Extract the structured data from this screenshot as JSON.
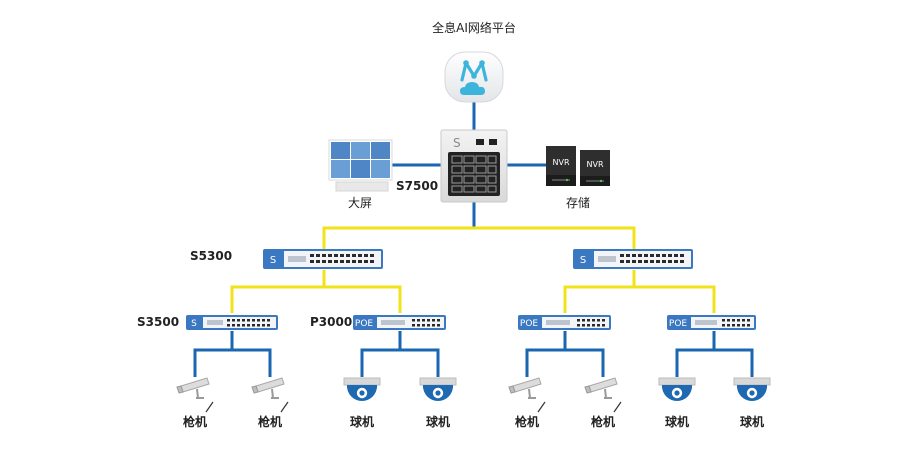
{
  "platform": {
    "title": "全息AI网络平台"
  },
  "core": {
    "model": "S7500",
    "badge": "S",
    "display_label": "大屏",
    "storage_label": "存储",
    "nvr_labels": [
      "NVR",
      "NVR"
    ]
  },
  "aggregation": {
    "model": "S5300",
    "badge": "S"
  },
  "access": [
    {
      "model": "S3500",
      "badge": "S"
    },
    {
      "model": "P3000",
      "badge": "POE"
    },
    {
      "model": "",
      "badge": "POE"
    },
    {
      "model": "",
      "badge": "POE"
    }
  ],
  "cameras": [
    {
      "label": "枪机",
      "kind": "bullet"
    },
    {
      "label": "枪机",
      "kind": "bullet"
    },
    {
      "label": "球机",
      "kind": "dome"
    },
    {
      "label": "球机",
      "kind": "dome"
    },
    {
      "label": "枪机",
      "kind": "bullet"
    },
    {
      "label": "枪机",
      "kind": "bullet"
    },
    {
      "label": "球机",
      "kind": "dome"
    },
    {
      "label": "球机",
      "kind": "dome"
    }
  ],
  "colors": {
    "link_blue": "#1a66b0",
    "link_yellow": "#f0e31a",
    "switch_blue": "#3a78c2",
    "logo_cyan": "#3cb4dc",
    "camera_blue": "#1f69b3"
  }
}
